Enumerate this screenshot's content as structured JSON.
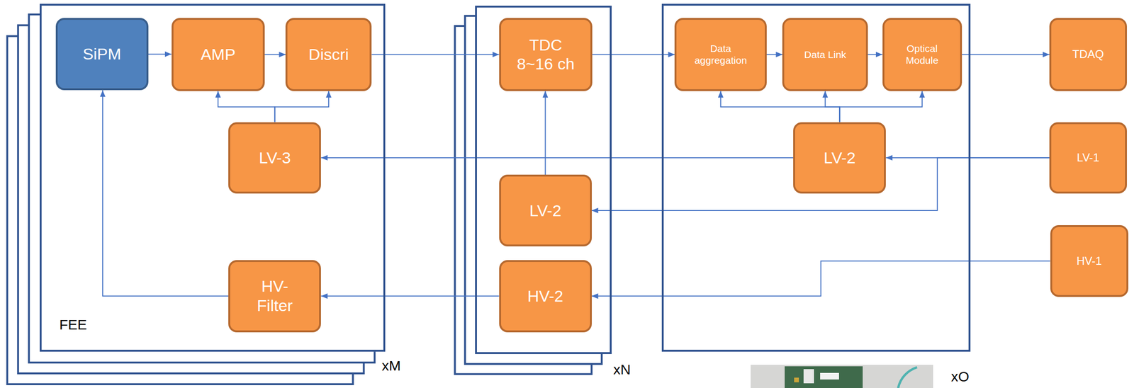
{
  "diagram": {
    "nodes": [
      {
        "text": [
          "FEE",
          "xM"
        ]
      },
      {
        "text": [
          "SiPM"
        ],
        "in": 0
      },
      {
        "text": [
          "AMP"
        ],
        "in": 0
      },
      {
        "text": [
          "Discri"
        ],
        "in": 0
      },
      {
        "text": [
          "LV-3"
        ],
        "in": 0
      },
      {
        "text": [
          "HV- Filter"
        ],
        "in": 0
      },
      {
        "text": [
          "xN"
        ]
      },
      {
        "text": [
          "TDC 8~16 ch"
        ],
        "in": 6
      },
      {
        "text": [
          "LV-2"
        ],
        "in": 6
      },
      {
        "text": [
          "HV-2"
        ],
        "in": 6
      },
      {
        "text": [
          "xO"
        ]
      },
      {
        "text": [
          "Data aggregation"
        ],
        "in": 10
      },
      {
        "text": [
          "Data Link"
        ],
        "in": 10
      },
      {
        "text": [
          "Optical Module"
        ],
        "in": 10
      },
      {
        "text": [
          "LV-2"
        ],
        "in": 10
      },
      {
        "text": [
          "TDAQ"
        ]
      },
      {
        "text": [
          "LV-1"
        ]
      },
      {
        "text": [
          "HV-1"
        ]
      }
    ],
    "edges": [
      {
        "from": 1,
        "to": 2,
        "arrow": "to"
      },
      {
        "from": 2,
        "to": 3,
        "arrow": "to"
      },
      {
        "from": 3,
        "to": 7,
        "arrow": "to"
      },
      {
        "from": 7,
        "to": 11,
        "arrow": "to"
      },
      {
        "from": 11,
        "to": 12,
        "arrow": "to"
      },
      {
        "from": 12,
        "to": 13,
        "arrow": "to"
      },
      {
        "from": 13,
        "to": 15,
        "arrow": "to"
      },
      {
        "from": 4,
        "to": 2,
        "arrow": "to"
      },
      {
        "from": 4,
        "to": 3,
        "arrow": "to"
      },
      {
        "from": 14,
        "to": 11,
        "arrow": "to"
      },
      {
        "from": 14,
        "to": 12,
        "arrow": "to"
      },
      {
        "from": 14,
        "to": 13,
        "arrow": "to"
      },
      {
        "from": 16,
        "to": 14,
        "arrow": "to"
      },
      {
        "from": 16,
        "to": 8,
        "arrow": "to"
      },
      {
        "from": 14,
        "to": 4,
        "arrow": "to"
      },
      {
        "from": 8,
        "to": 7,
        "arrow": "to"
      },
      {
        "from": 17,
        "to": 9,
        "arrow": "to"
      },
      {
        "from": 9,
        "to": 5,
        "arrow": "to"
      },
      {
        "from": 5,
        "to": 1,
        "arrow": "to"
      }
    ]
  }
}
